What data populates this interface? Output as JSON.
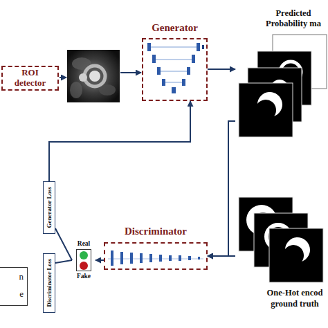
{
  "diagram": {
    "nodes": [
      {
        "text": [
          "ROI detector"
        ]
      },
      {
        "text": [
          "Generator"
        ]
      },
      {
        "text": [
          "Predicted Probability ma"
        ]
      },
      {
        "text": [
          "One-Hot encod ground truth"
        ]
      },
      {
        "text": [
          "Discriminator"
        ]
      },
      {
        "text": [
          "Real",
          "Fake"
        ]
      },
      {
        "text": [
          "Generator Loss"
        ]
      },
      {
        "text": [
          "Discriminator Loss"
        ]
      },
      {
        "text": [
          "n",
          "e"
        ]
      }
    ],
    "edges": [
      {
        "from": 1,
        "to": 2,
        "arrow": "to"
      },
      {
        "from": 2,
        "to": 4,
        "arrow": "to"
      },
      {
        "from": 3,
        "to": 4,
        "arrow": "to"
      },
      {
        "from": 4,
        "to": 5,
        "arrow": "to"
      },
      {
        "from": 5,
        "to": 6,
        "arrow": "none"
      },
      {
        "from": 5,
        "to": 7,
        "arrow": "none"
      },
      {
        "from": 6,
        "to": 1,
        "arrow": "to"
      }
    ]
  }
}
